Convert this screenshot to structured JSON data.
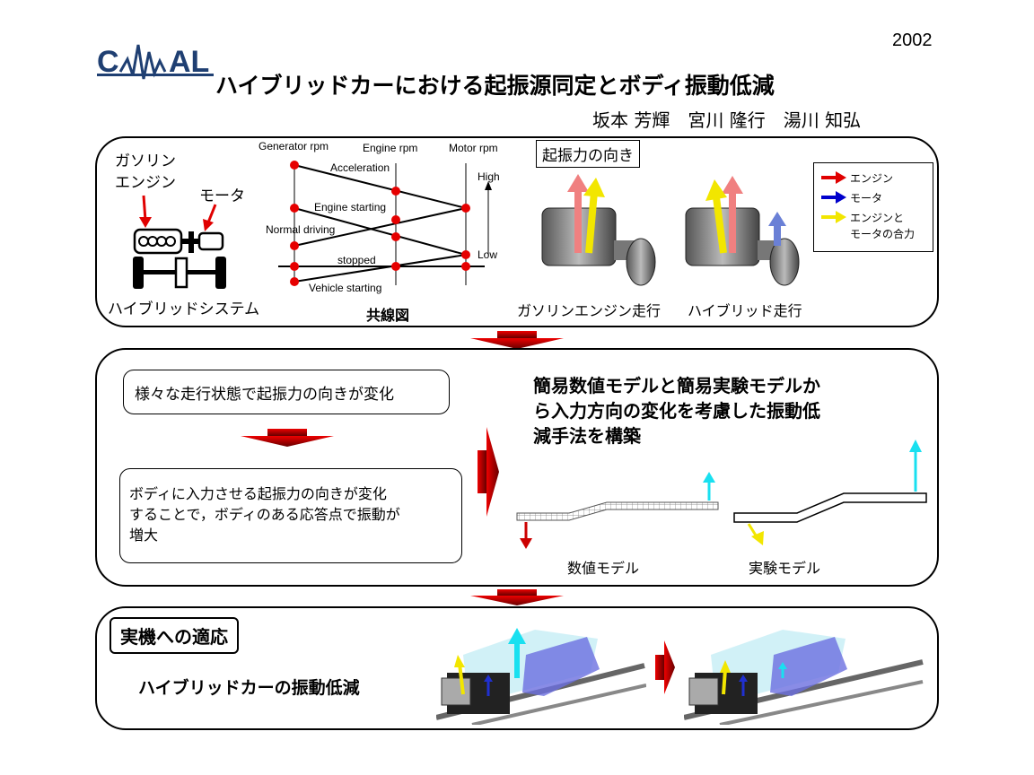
{
  "header": {
    "year": "2002",
    "logo_text": "CAMAL",
    "title": "ハイブリッドカーにおける起振源同定とボディ振動低減",
    "authors": "坂本 芳輝　宮川 隆行　湯川 知弘"
  },
  "panel1": {
    "gasoline_engine_label": "ガソリン\nエンジン",
    "motor_label": "モータ",
    "hybrid_system_caption": "ハイブリッドシステム",
    "nomogram": {
      "caption": "共線図",
      "axis_labels": [
        "Generator rpm",
        "Engine rpm",
        "Motor rpm"
      ],
      "line_labels": [
        "Acceleration",
        "Engine starting",
        "Normal driving",
        "stopped",
        "Vehicle starting"
      ],
      "high_label": "High",
      "low_label": "Low"
    },
    "excitation_direction_label": "起振力の向き",
    "gasoline_drive_caption": "ガソリンエンジン走行",
    "hybrid_drive_caption": "ハイブリッド走行",
    "legend": [
      {
        "label": "エンジン",
        "color": "#e00000"
      },
      {
        "label": "モータ",
        "color": "#0000cc"
      },
      {
        "label": "エンジンと\nモータの合力",
        "color": "#f2e600"
      }
    ]
  },
  "panel2": {
    "box_top": "様々な走行状態で起振力の向きが変化",
    "box_bottom": "ボディに入力させる起振力の向きが変化\nすることで，ボディのある応答点で振動が\n増大",
    "method_text": "簡易数値モデルと簡易実験モデルか\nら入力方向の変化を考慮した振動低\n減手法を構築",
    "numerical_model_caption": "数値モデル",
    "experimental_model_caption": "実験モデル"
  },
  "panel3": {
    "real_machine_label": "実機への適応",
    "vibration_reduction_text": "ハイブリッドカーの振動低減"
  },
  "colors": {
    "arrow_red": "#cc0000",
    "arrow_cyan": "#19e0f0",
    "nomogram_dot": "#e60000"
  }
}
